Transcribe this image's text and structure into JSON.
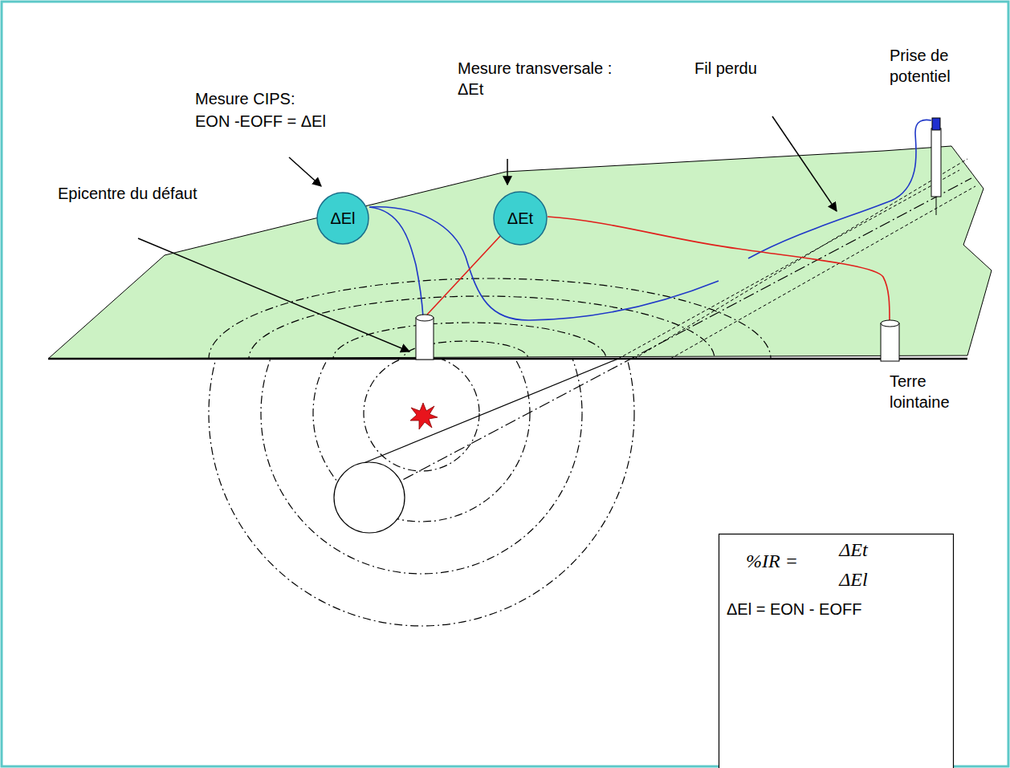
{
  "diagram": {
    "nodes": [
      {
        "text": [
          "ΔEl"
        ]
      },
      {
        "text": [
          "ΔEt"
        ]
      },
      {
        "text": [
          "%IR =",
          "ΔEt",
          "ΔEl",
          "ΔEl = EON - EOFF"
        ]
      }
    ],
    "labels": [
      "Mesure CIPS:",
      "EON -EOFF = ΔEl",
      "Mesure transversale : ΔEt",
      "Fil perdu",
      "Prise de potentiel",
      "Epicentre du défaut",
      "Terre lointaine"
    ]
  }
}
